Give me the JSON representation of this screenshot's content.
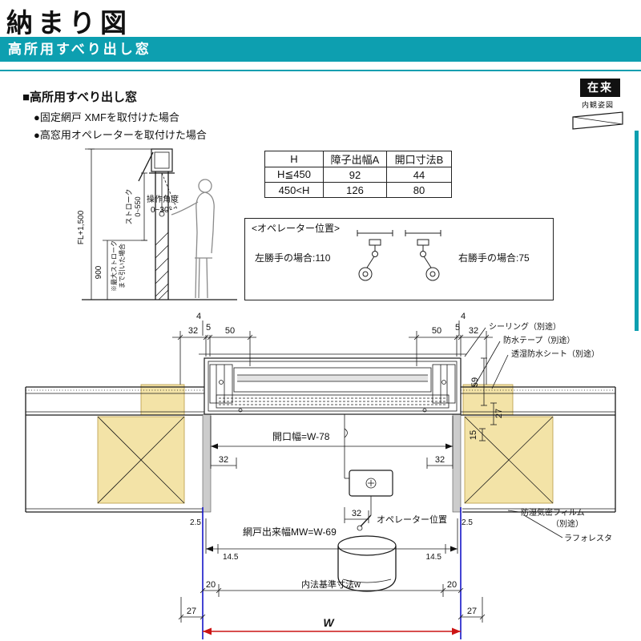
{
  "header": {
    "title": "納まり図",
    "banner": "高所用すべり出し窓"
  },
  "corner": {
    "tag": "在来",
    "caption": "内観姿図"
  },
  "intro": {
    "heading": "■高所用すべり出し窓",
    "bullets": [
      "●固定網戸 XMFを取付けた場合",
      "●高窓用オペレーターを取付けた場合"
    ]
  },
  "left_figure": {
    "angle1": "操作角度",
    "angle2": "0~30°",
    "stroke_label": "ストローク",
    "stroke_range": "0~550",
    "fl": "FL+1,500",
    "h900": "900",
    "note1": "※最大ストローク",
    "note2": "まで引いた場合"
  },
  "spec_table": {
    "headers": [
      "H",
      "障子出幅A",
      "開口寸法B"
    ],
    "rows": [
      [
        "H≦450",
        "92",
        "44"
      ],
      [
        "450<H",
        "126",
        "80"
      ]
    ]
  },
  "operator_box": {
    "title": "<オペレーター位置>",
    "left_label": "左勝手の場合:110",
    "right_label": "右勝手の場合:75"
  },
  "drawing": {
    "top_left": {
      "d4": "4",
      "d32": "32",
      "d5": "5",
      "d50": "50"
    },
    "top_right": {
      "d50": "50",
      "d5": "5",
      "d32": "32",
      "d4": "4"
    },
    "right": {
      "d59": "59",
      "d27": "27",
      "d15": "15"
    },
    "opening": "開口幅=W-78",
    "d32_left": "32",
    "d32_right": "32",
    "op_dim": "32",
    "op_label": "オペレーター位置",
    "screen": "網戸出来幅MW=W-69",
    "d25_left": "2.5",
    "d25_right": "2.5",
    "d145_left": "14.5",
    "d145_right": "14.5",
    "d20_left": "20",
    "d20_right": "20",
    "d27_left": "27",
    "d27_right": "27",
    "inner": "内法基準寸法w",
    "w": "W",
    "ann": {
      "sealing": "シーリング（別途）",
      "tape": "防水テープ（別途）",
      "sheet": "透湿防水シート（別途）",
      "film1": "防湿気密フィルム",
      "film2": "（別途）",
      "laforesta": "ラフォレスタ"
    }
  },
  "colors": {
    "teal": "#0d9fb0",
    "wood": "#f3e3a7",
    "blue": "#1616c8",
    "red": "#cc1414"
  }
}
